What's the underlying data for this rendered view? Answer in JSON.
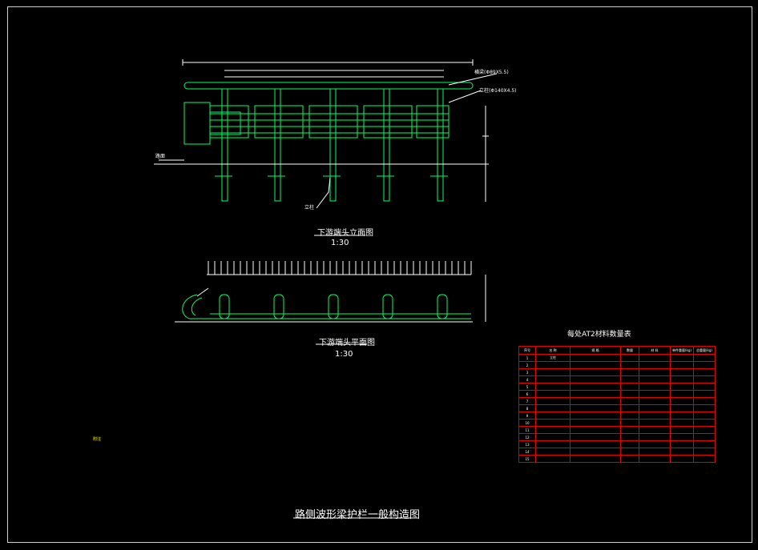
{
  "drawing": {
    "title": "路侧波形梁护栏一般构造图",
    "elevation_view": {
      "title": "下游端头立面图",
      "scale": "1:30"
    },
    "plan_view": {
      "title": "下游端头平面图",
      "scale": "1:30"
    },
    "labels": {
      "ground": "路面",
      "post": "立柱",
      "beam": "横梁(Φ89X5.5)",
      "post_spec": "立柱(Φ140X4.5)"
    },
    "table_title": "每处AT2材料数量表",
    "table_header": [
      "序号",
      "名 称",
      "规 格",
      "数量",
      "材 料",
      "单件重量(kg)",
      "总重量(kg)"
    ],
    "table_rows": [
      [
        "1",
        "立柱",
        "",
        "",
        "",
        "",
        ""
      ],
      [
        "2",
        "",
        "",
        "",
        "",
        "",
        ""
      ],
      [
        "3",
        "",
        "",
        "",
        "",
        "",
        ""
      ],
      [
        "4",
        "",
        "",
        "",
        "",
        "",
        ""
      ],
      [
        "5",
        "",
        "",
        "",
        "",
        "",
        ""
      ],
      [
        "6",
        "",
        "",
        "",
        "",
        "",
        ""
      ],
      [
        "7",
        "",
        "",
        "",
        "",
        "",
        ""
      ],
      [
        "8",
        "",
        "",
        "",
        "",
        "",
        ""
      ],
      [
        "9",
        "",
        "",
        "",
        "",
        "",
        ""
      ],
      [
        "10",
        "",
        "",
        "",
        "",
        "",
        ""
      ],
      [
        "11",
        "",
        "",
        "",
        "",
        "",
        ""
      ],
      [
        "12",
        "",
        "",
        "",
        "",
        "",
        ""
      ],
      [
        "13",
        "",
        "",
        "",
        "",
        "",
        ""
      ],
      [
        "14",
        "",
        "",
        "",
        "",
        "",
        ""
      ],
      [
        "15",
        "",
        "",
        "",
        "",
        "",
        ""
      ]
    ],
    "notes_heading": "附注",
    "colors": {
      "line": "#00ff66",
      "frame": "#d0d0d0",
      "table": "#e00000",
      "note": "#ffff00",
      "dim": "#ffffff"
    }
  }
}
